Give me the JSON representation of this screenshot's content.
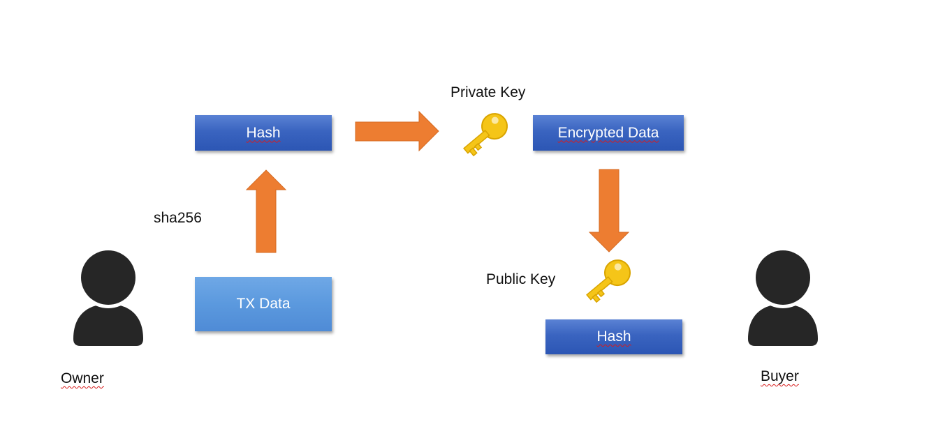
{
  "boxes": {
    "hash_top": "Hash",
    "tx_data": "TX Data",
    "encrypted_data": "Encrypted Data",
    "hash_bottom": "Hash"
  },
  "labels": {
    "private_key": "Private Key",
    "public_key": "Public Key",
    "sha256": "sha256",
    "owner": "Owner",
    "buyer": "Buyer"
  },
  "colors": {
    "arrow": "#ed7d31",
    "box_dark": "#3a64c0",
    "box_light": "#5b99de",
    "key": "#f5c518",
    "person": "#262626"
  },
  "icons": [
    "person-icon",
    "key-icon"
  ]
}
